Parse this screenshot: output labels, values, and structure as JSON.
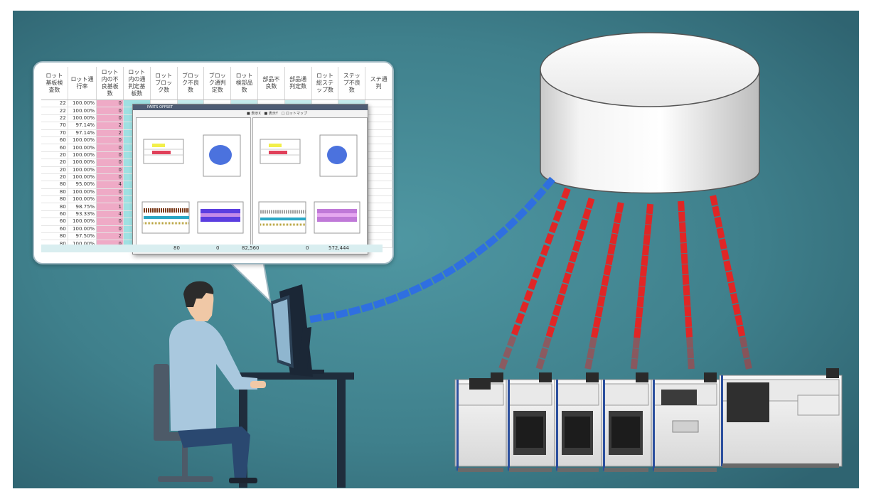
{
  "spreadsheet": {
    "headers": [
      "ロット基板検査数",
      "ロット通行率",
      "ロット内の不良基板数",
      "ロット内の通判定基板数",
      "ロットブロック数",
      "ブロック不良数",
      "ブロック通判定数",
      "ロット検部品数",
      "部品不良数",
      "部品通判定数",
      "ロット総ステップ数",
      "ステップ不良数",
      "ステ通判"
    ],
    "rows": [
      [
        "22",
        "100.00%",
        "0"
      ],
      [
        "22",
        "100.00%",
        "0"
      ],
      [
        "22",
        "100.00%",
        "0"
      ],
      [
        "70",
        "97.14%",
        "2"
      ],
      [
        "70",
        "97.14%",
        "2"
      ],
      [
        "60",
        "100.00%",
        "0"
      ],
      [
        "60",
        "100.00%",
        "0"
      ],
      [
        "20",
        "100.00%",
        "0"
      ],
      [
        "20",
        "100.00%",
        "0"
      ],
      [
        "20",
        "100.00%",
        "0"
      ],
      [
        "20",
        "100.00%",
        "0"
      ],
      [
        "80",
        "95.00%",
        "4"
      ],
      [
        "80",
        "100.00%",
        "0"
      ],
      [
        "80",
        "100.00%",
        "0"
      ],
      [
        "80",
        "98.75%",
        "1"
      ],
      [
        "60",
        "93.33%",
        "4"
      ],
      [
        "60",
        "100.00%",
        "0"
      ],
      [
        "60",
        "100.00%",
        "0"
      ],
      [
        "80",
        "97.50%",
        "2"
      ],
      [
        "80",
        "100.00%",
        "0"
      ]
    ],
    "footer_values": [
      "80",
      "0",
      "82,560",
      "0",
      "572,444"
    ]
  },
  "popup": {
    "title": "PARTS OFFSET",
    "legend": [
      "■ 表示X",
      "■ 表示Y",
      "□ ロットマップ"
    ]
  },
  "colors": {
    "background": "#3f7f8c",
    "cloud_links": "#e02626",
    "user_link": "#2f6fe0",
    "spreadsheet_pink": "#efaac6",
    "spreadsheet_cyan": "#9fe0e2"
  },
  "icons": [
    "database-cylinder-icon",
    "operator-person-icon",
    "computer-monitor-icon",
    "desk-icon",
    "chair-icon",
    "mounter-machine-icon",
    "reflow-oven-icon"
  ]
}
